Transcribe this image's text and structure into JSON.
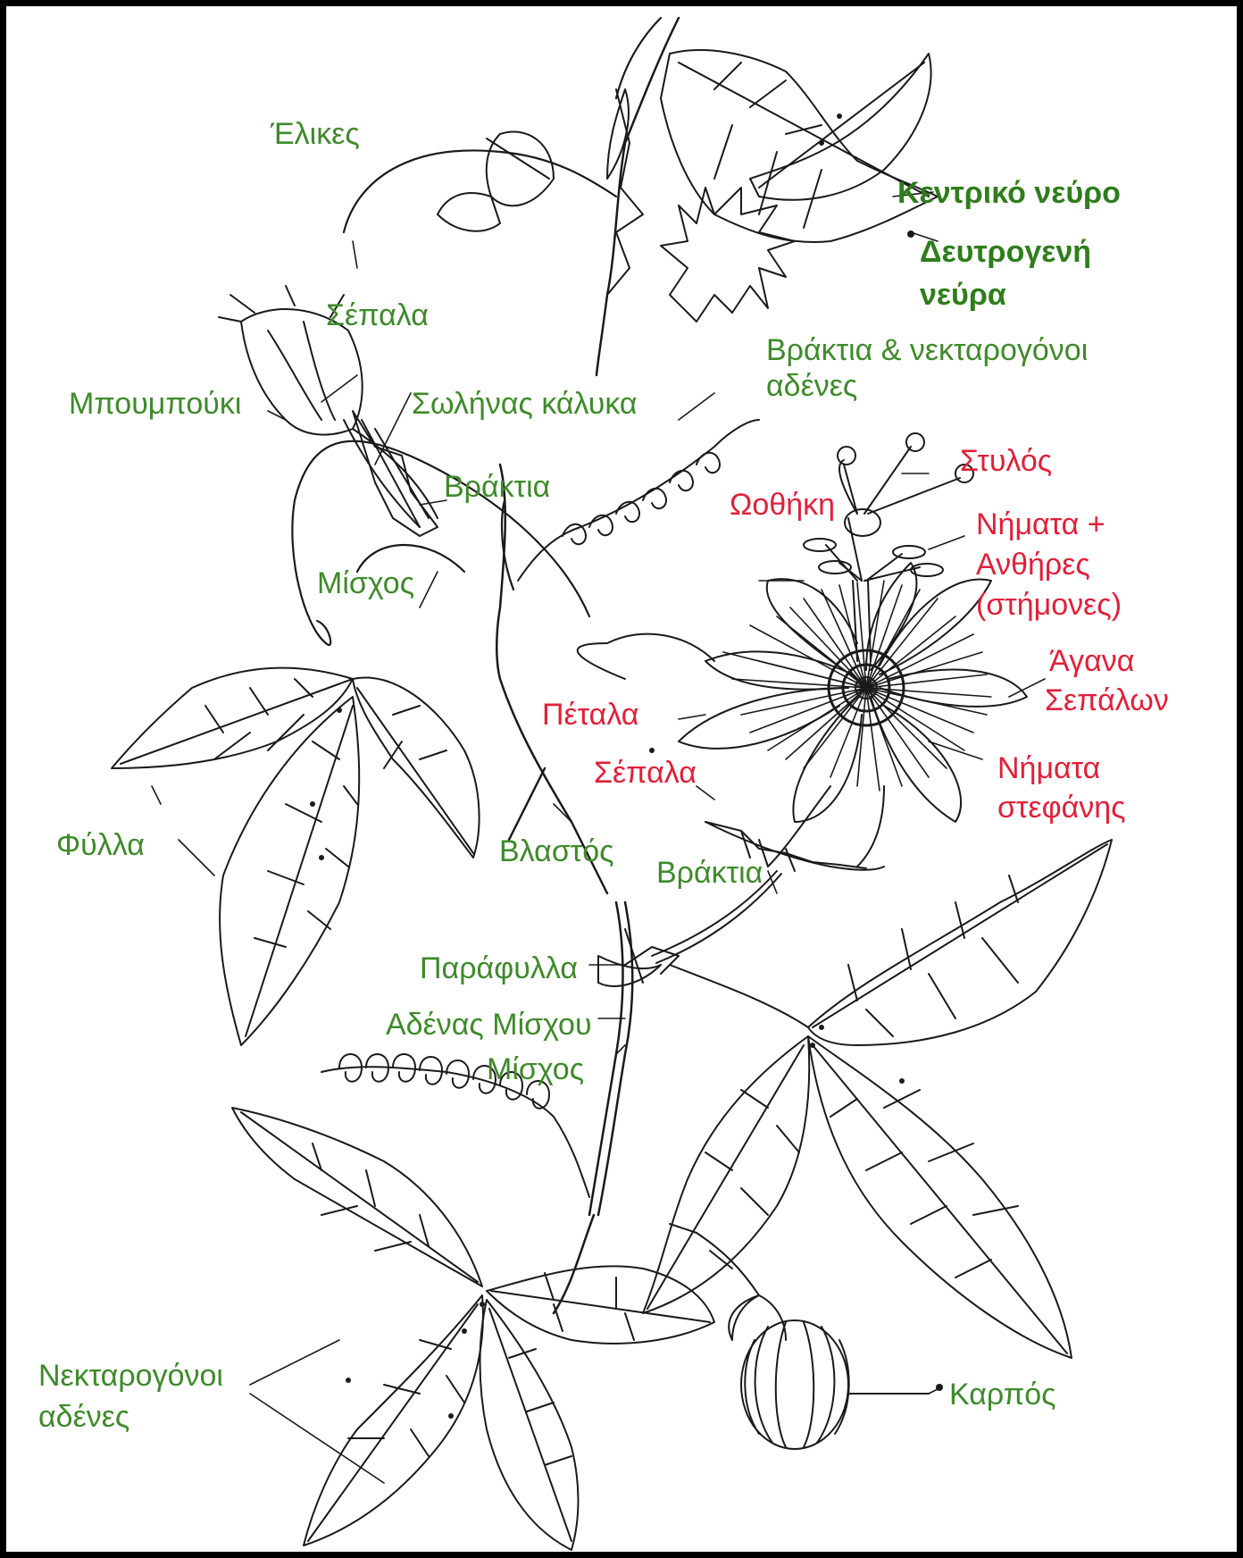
{
  "colors": {
    "frame": "#000000",
    "drawing": "#1a1a1a",
    "label_green": "#3f8a2b",
    "label_green_bold": "#2f7d1c",
    "label_red": "#e0203a"
  },
  "labels": {
    "tendrils": "Έλικες",
    "midrib": "Κεντρικό νεύρο",
    "secondary_veins_1": "Δευτρογενή",
    "secondary_veins_2": "νεύρα",
    "sepals_top": "Σέπαλα",
    "bud": "Μπουμπούκι",
    "calyx_tube": "Σωλήνας κάλυκα",
    "bracts_glands_1": "Βράκτια & νεκταρογόνοι",
    "bracts_glands_2": "αδένες",
    "bracts_top": "Βράκτια",
    "petiole_top": "Μίσχος",
    "style": "Στυλός",
    "ovary": "Ωοθήκη",
    "stamens_1": "Νήματα +",
    "stamens_2": "Ανθήρες",
    "stamens_3": "(στήμονες)",
    "sepal_awns_1": "Άγανα",
    "sepal_awns_2": "Σεπάλων",
    "petals": "Πέταλα",
    "sepals_flower": "Σέπαλα",
    "corona_1": "Νήματα",
    "corona_2": "στεφάνης",
    "leaves": "Φύλλα",
    "stem": "Βλαστός",
    "bracts_flower": "Βράκτια",
    "stipules": "Παράφυλλα",
    "petiole_gland": "Αδένας Μίσχου",
    "petiole_bottom": "Μίσχος",
    "nectar_glands_1": "Νεκταρογόνοι",
    "nectar_glands_2": "αδένες",
    "fruit": "Καρπός"
  }
}
